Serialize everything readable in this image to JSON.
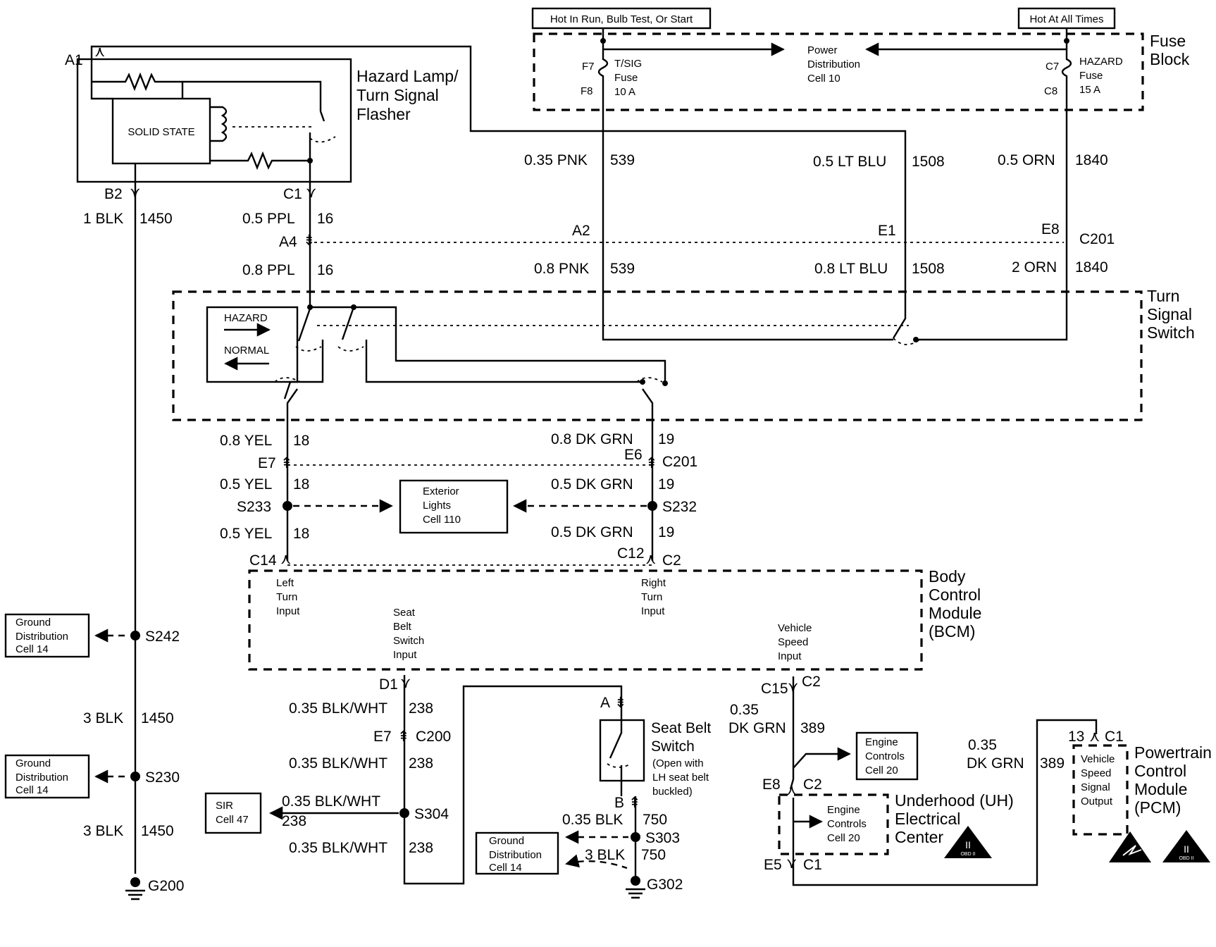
{
  "top_labels": {
    "hot_run": "Hot In Run, Bulb Test, Or Start",
    "hot_all": "Hot At All Times"
  },
  "fuse_block": {
    "title_1": "Fuse",
    "title_2": "Block",
    "tsig_fuse_1": "T/SIG",
    "tsig_fuse_2": "Fuse",
    "tsig_fuse_3": "10 A",
    "hazard_fuse_1": "HAZARD",
    "hazard_fuse_2": "Fuse",
    "hazard_fuse_3": "15 A",
    "power_dist_1": "Power",
    "power_dist_2": "Distribution",
    "power_dist_3": "Cell 10",
    "pin_f7": "F7",
    "pin_f8": "F8",
    "pin_c7": "C7",
    "pin_c8": "C8"
  },
  "flasher": {
    "title_1": "Hazard Lamp/",
    "title_2": "Turn Signal",
    "title_3": "Flasher",
    "solid_state": "SOLID STATE",
    "pin_a1": "A1",
    "pin_b2": "B2",
    "pin_c1": "C1"
  },
  "wires": {
    "w539a": "0.35 PNK",
    "c539a": "539",
    "w1508a": "0.5 LT BLU",
    "c1508a": "1508",
    "w1840a": "0.5 ORN",
    "c1840a": "1840",
    "w1450a": "1 BLK",
    "c1450a": "1450",
    "w16a": "0.5 PPL",
    "c16a": "16",
    "w16b": "0.8 PPL",
    "c16b": "16",
    "w539b": "0.8 PNK",
    "c539b": "539",
    "w1508b": "0.8 LT BLU",
    "c1508b": "1508",
    "w1840b": "2 ORN",
    "c1840b": "1840",
    "w18a": "0.8 YEL",
    "c18a": "18",
    "w18b": "0.5 YEL",
    "c18b": "18",
    "w18c": "0.5 YEL",
    "c18c": "18",
    "w19a": "0.8 DK GRN",
    "c19a": "19",
    "w19b": "0.5 DK GRN",
    "c19b": "19",
    "w19c": "0.5 DK GRN",
    "c19c": "19",
    "w1450b": "3 BLK",
    "c1450b": "1450",
    "w1450c": "3 BLK",
    "c1450c": "1450",
    "w238a": "0.35 BLK/WHT",
    "c238a": "238",
    "w238b": "0.35 BLK/WHT",
    "c238b": "238",
    "w238c": "0.35 BLK/WHT",
    "c238c": "238",
    "w238d": "0.35 BLK/WHT",
    "c238d": "238",
    "w750a": "0.35 BLK",
    "c750a": "750",
    "w750b": "3 BLK",
    "c750b": "750",
    "w389a_1": "0.35",
    "w389a_2": "DK GRN",
    "c389a": "389",
    "w389b_1": "0.35",
    "w389b_2": "DK GRN",
    "c389b": "389"
  },
  "connectors": {
    "a4": "A4",
    "a2": "A2",
    "e1": "E1",
    "e8": "E8",
    "c201a": "C201",
    "e7": "E7",
    "e6": "E6",
    "c201b": "C201",
    "c14": "C14",
    "c12": "C12",
    "c2": "C2",
    "d1": "D1",
    "e7b": "E7",
    "c200": "C200",
    "c15": "C15",
    "c2b": "C2",
    "a_sb": "A",
    "b_sb": "B",
    "e8b": "E8",
    "c2c": "C2",
    "e5": "E5",
    "c1b": "C1",
    "p13": "13",
    "c1c": "C1"
  },
  "splices": {
    "s233": "S233",
    "s232": "S232",
    "s242": "S242",
    "s230": "S230",
    "s304": "S304",
    "s303": "S303",
    "g200": "G200",
    "g302": "G302"
  },
  "turn_switch": {
    "title_1": "Turn",
    "title_2": "Signal",
    "title_3": "Switch",
    "hazard": "HAZARD",
    "normal": "NORMAL"
  },
  "ext_lights": {
    "l1": "Exterior",
    "l2": "Lights",
    "l3": "Cell 110"
  },
  "bcm": {
    "title_1": "Body",
    "title_2": "Control",
    "title_3": "Module",
    "title_4": "(BCM)",
    "left_1": "Left",
    "left_2": "Turn",
    "left_3": "Input",
    "seat_1": "Seat",
    "seat_2": "Belt",
    "seat_3": "Switch",
    "seat_4": "Input",
    "right_1": "Right",
    "right_2": "Turn",
    "right_3": "Input",
    "vss_1": "Vehicle",
    "vss_2": "Speed",
    "vss_3": "Input"
  },
  "ground_dist": {
    "l1": "Ground",
    "l2": "Distribution",
    "l3": "Cell 14"
  },
  "sir": {
    "l1": "SIR",
    "l2": "Cell 47"
  },
  "seat_belt": {
    "title_1": "Seat Belt",
    "title_2": "Switch",
    "note_1": "(Open with",
    "note_2": "LH seat belt",
    "note_3": "buckled)"
  },
  "engine_controls": {
    "l1": "Engine",
    "l2": "Controls",
    "l3": "Cell 20"
  },
  "uh_center": {
    "l1": "Underhood (UH)",
    "l2": "Electrical",
    "l3": "Center"
  },
  "pcm": {
    "t1": "Powertrain",
    "t2": "Control",
    "t3": "Module",
    "t4": "(PCM)",
    "vss_1": "Vehicle",
    "vss_2": "Speed",
    "vss_3": "Signal",
    "vss_4": "Output"
  },
  "obd": {
    "roman": "II",
    "text": "OBD II"
  }
}
